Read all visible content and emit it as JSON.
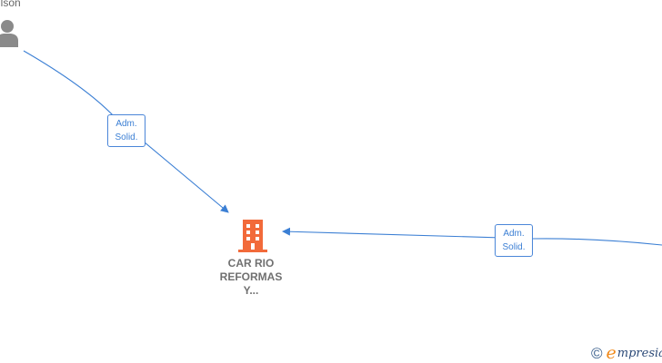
{
  "diagram": {
    "person": {
      "name_fragment": "ilson",
      "icon": "person-icon"
    },
    "company": {
      "name_lines": [
        "CAR RIO",
        "REFORMAS",
        "Y..."
      ],
      "icon": "building-icon"
    },
    "edges": [
      {
        "from": "person",
        "to": "company",
        "label_line1": "Adm.",
        "label_line2": "Solid."
      },
      {
        "from": "offscreen-right",
        "to": "company",
        "label_line1": "Adm.",
        "label_line2": "Solid."
      }
    ],
    "colors": {
      "edge": "#3b7fd4",
      "company": "#f26a3a",
      "person": "#8a8a8a",
      "company_text": "#707070"
    }
  },
  "footer": {
    "copyright_symbol": "©",
    "brand_initial": "e",
    "brand_rest": "mpresia"
  }
}
